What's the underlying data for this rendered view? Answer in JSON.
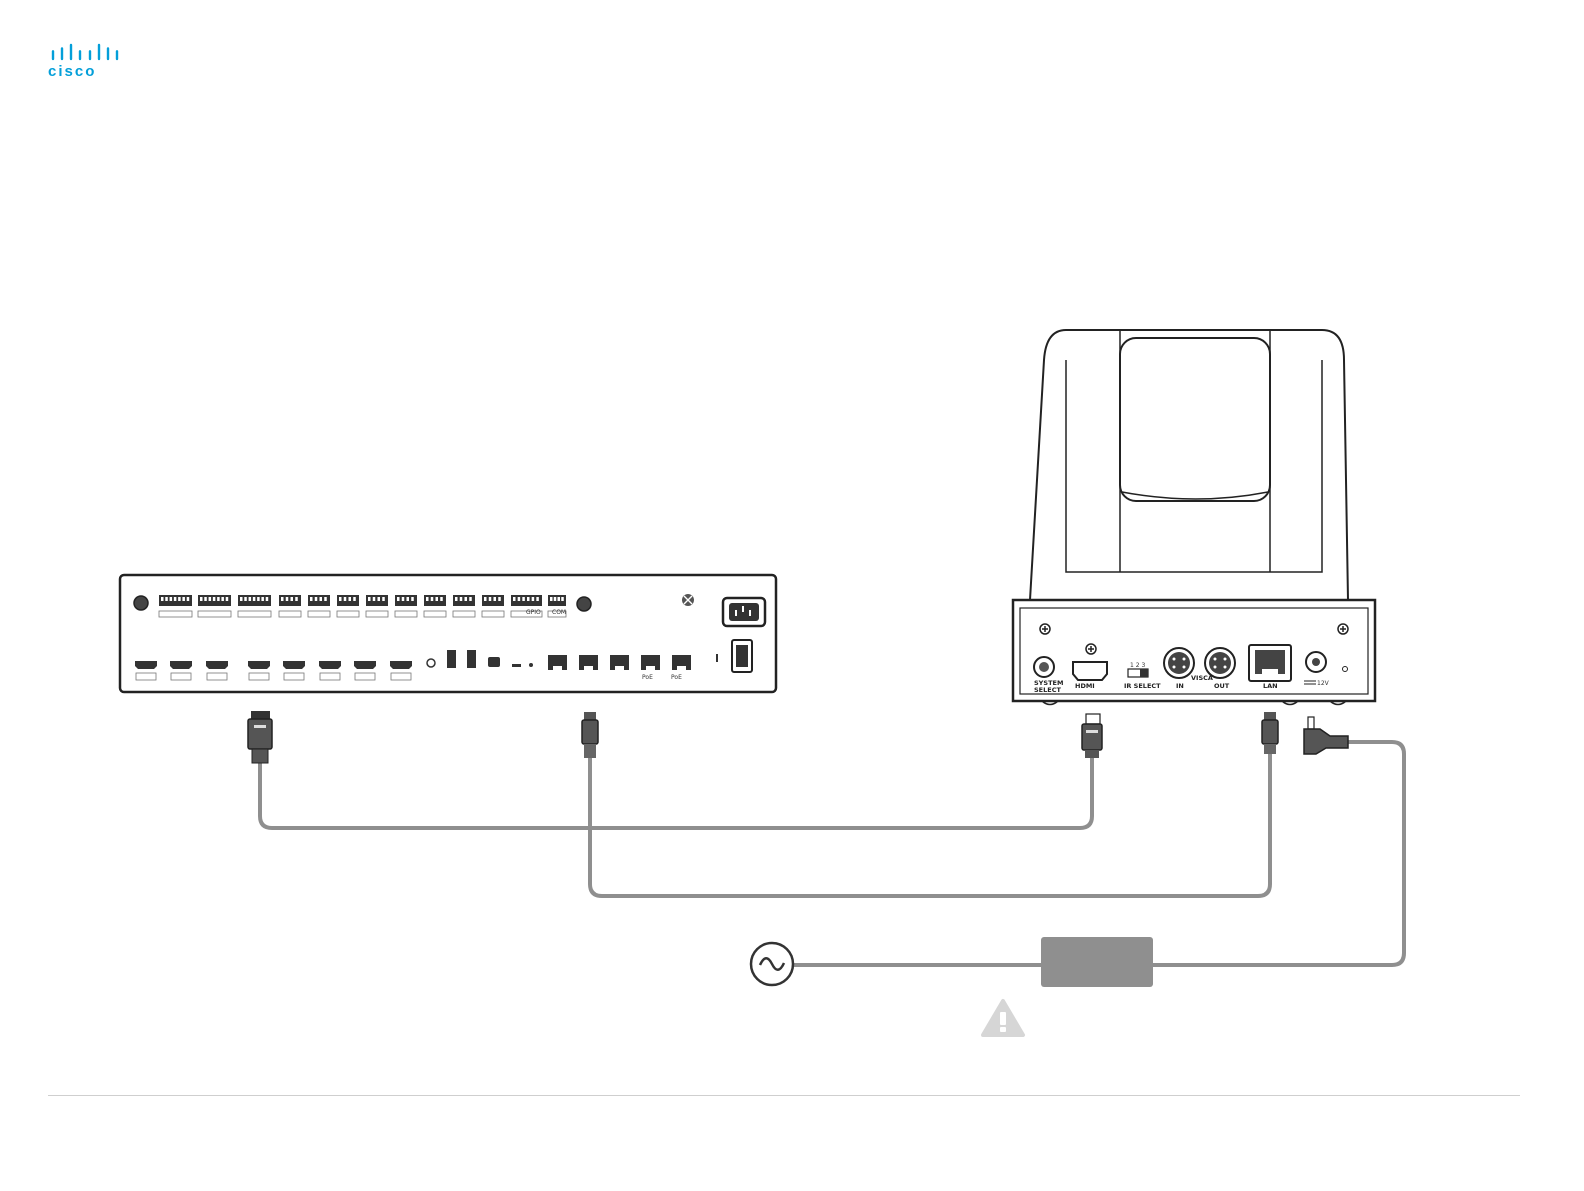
{
  "brand": {
    "name": "cisco",
    "color": "#049fd9"
  },
  "colors": {
    "cable": "#8f8f8f",
    "device_outline": "#222222",
    "psu": "#8f8f8f",
    "warning": "#d6d6d6"
  },
  "camera": {
    "labels": {
      "system_select_1": "SYSTEM",
      "system_select_2": "SELECT",
      "hdmi": "HDMI",
      "ir_numbers": "1  2  3",
      "ir_select": "IR SELECT",
      "visca": "VISCA",
      "visca_in": "IN",
      "visca_out": "OUT",
      "lan": "LAN",
      "power": "12V"
    }
  },
  "codec": {
    "labels": {
      "gpio": "GPIO",
      "com": "COM",
      "poe_1": "PoE",
      "poe_2": "PoE"
    }
  },
  "icons": {
    "ac_source": "ac-power-icon",
    "warning": "warning-icon"
  }
}
